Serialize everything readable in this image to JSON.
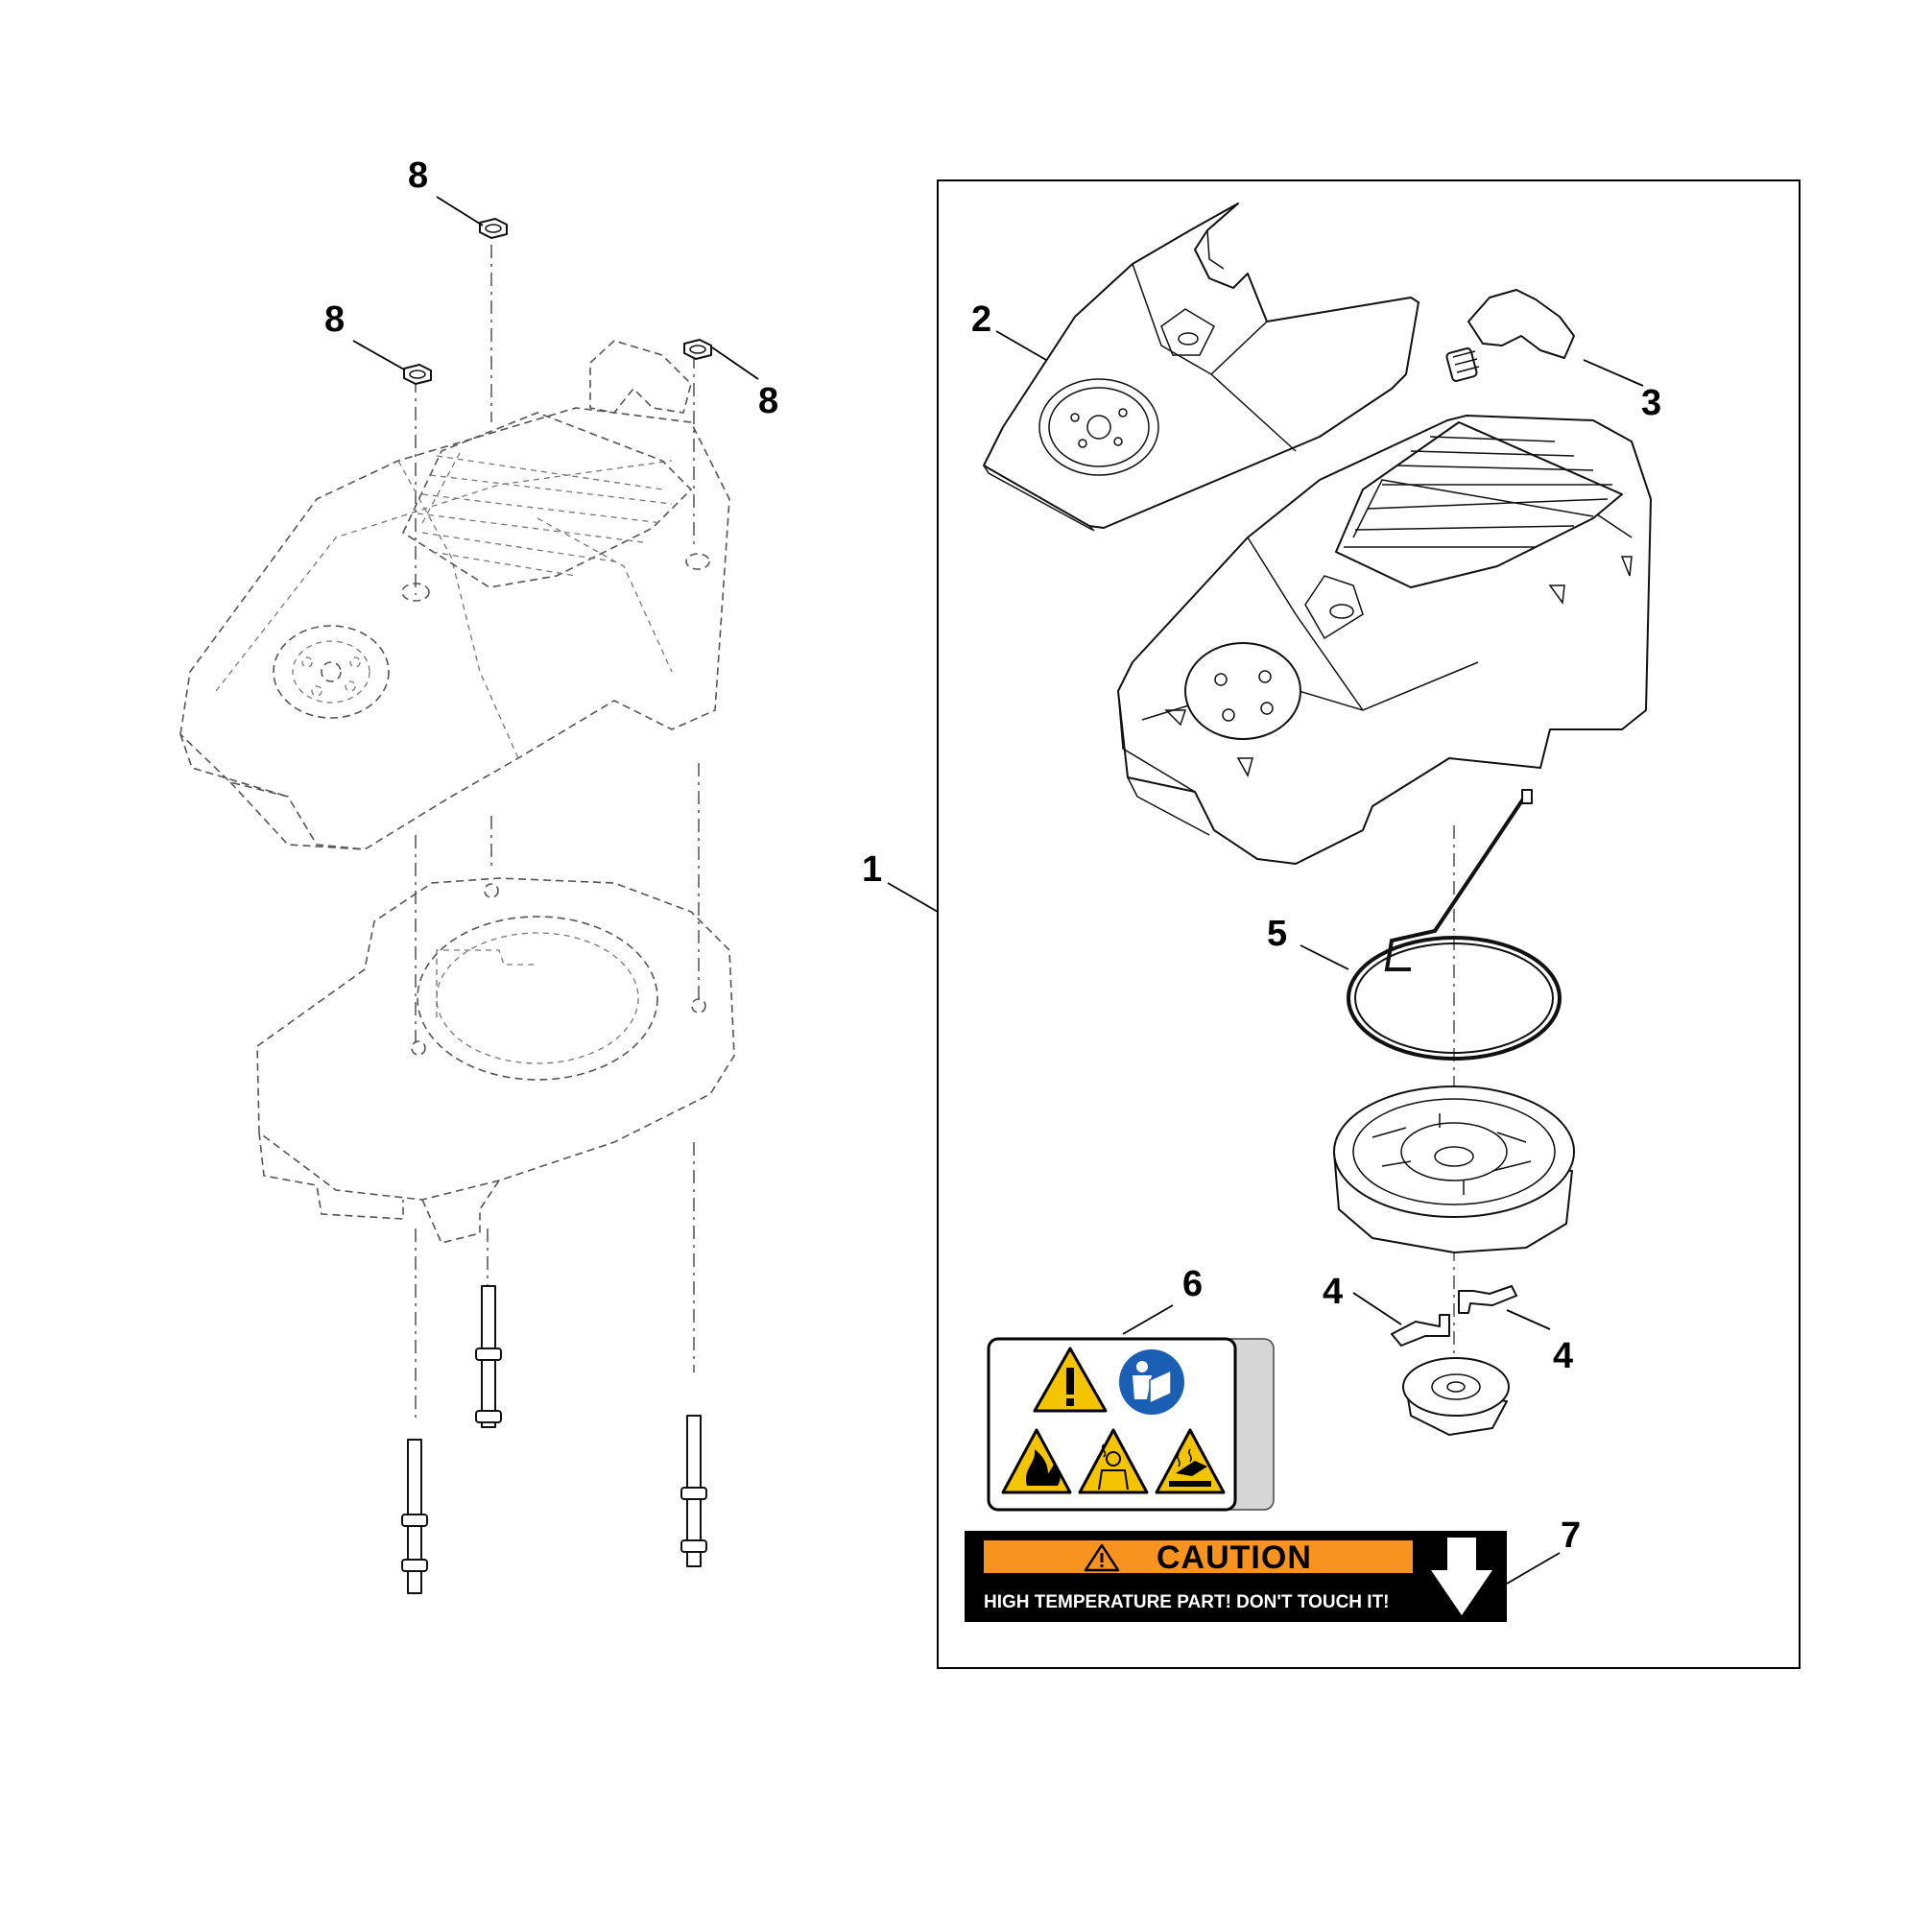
{
  "callouts": {
    "c1": "1",
    "c2": "2",
    "c3": "3",
    "c4a": "4",
    "c4b": "4",
    "c5": "5",
    "c6": "6",
    "c7": "7",
    "c8a": "8",
    "c8b": "8",
    "c8c": "8"
  },
  "caution_label": {
    "title": "CAUTION",
    "message": "HIGH TEMPERATURE PART! DON'T TOUCH IT!",
    "band_color": "#f7931e",
    "background_color": "#000000"
  },
  "warning_decal": {
    "triangle_color": "#f5c400",
    "mandatory_color": "#1a5fb4",
    "icons": [
      "warning-exclamation-icon",
      "read-manual-icon",
      "fire-hazard-icon",
      "toxic-fumes-icon",
      "hot-surface-icon"
    ]
  }
}
